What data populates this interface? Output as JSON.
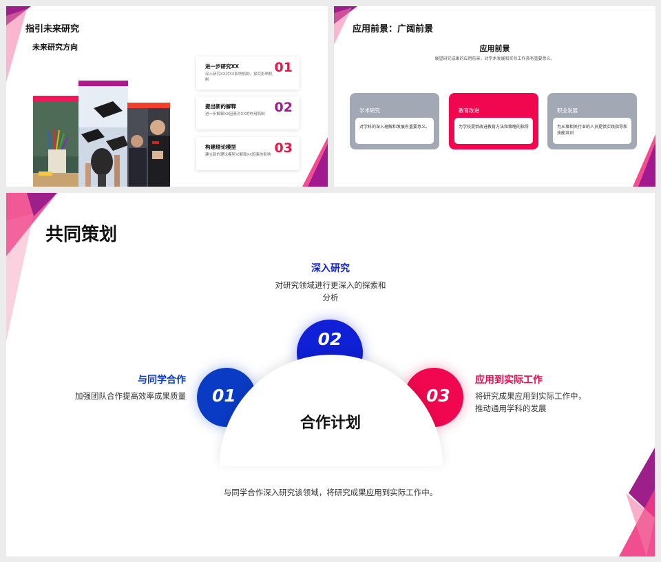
{
  "slide1": {
    "title": "指引未来研究",
    "subtitle": "未来研究方向",
    "cards": [
      {
        "title": "进一步研究XX",
        "desc": "深入研究XX对XX影响机制，探究影响机制",
        "num": "01",
        "color": "#e8174a"
      },
      {
        "title": "提出新的解释",
        "desc": "进一步解释XX因素对XX的作用机制",
        "num": "02",
        "color": "#a11a8c"
      },
      {
        "title": "构建理论模型",
        "desc": "建立新的理论模型以解释XX因素的影响",
        "num": "03",
        "color": "#e8174a"
      }
    ]
  },
  "slide2": {
    "title": "应用前景：广阔前景",
    "heading": "应用前景",
    "desc": "展望研究成果的应用前景，对学术发展和实际工作具有重要意义。",
    "boxes": [
      {
        "title": "学术研究",
        "desc": "对学科的深入理解和发展有重要意义。",
        "color": "#a2a8b4"
      },
      {
        "title": "教育改进",
        "desc": "为学校提供改进教育方法和策略的指导",
        "color": "#f0074f"
      },
      {
        "title": "职业发展",
        "desc": "为从事相关行业的人员提供实践指导和技能培训",
        "color": "#a2a8b4"
      }
    ]
  },
  "slide3": {
    "title": "共同策划",
    "center": "合作计划",
    "items": [
      {
        "num": "01",
        "title": "与同学合作",
        "desc": "加强团队合作提高效率成果质量",
        "color": "#0a3bc4"
      },
      {
        "num": "02",
        "title": "深入研究",
        "desc_lines": [
          "对研究领域进行更深入的探索和",
          "分析"
        ],
        "color": "#1020d6"
      },
      {
        "num": "03",
        "title": "应用到实际工作",
        "desc_lines": [
          "将研究成果应用到实际工作中，",
          "推动通用学科的发展"
        ],
        "color": "#f0074f"
      }
    ],
    "footer": "与同学合作深入研究该领域，将研究成果应用到实际工作中。"
  }
}
